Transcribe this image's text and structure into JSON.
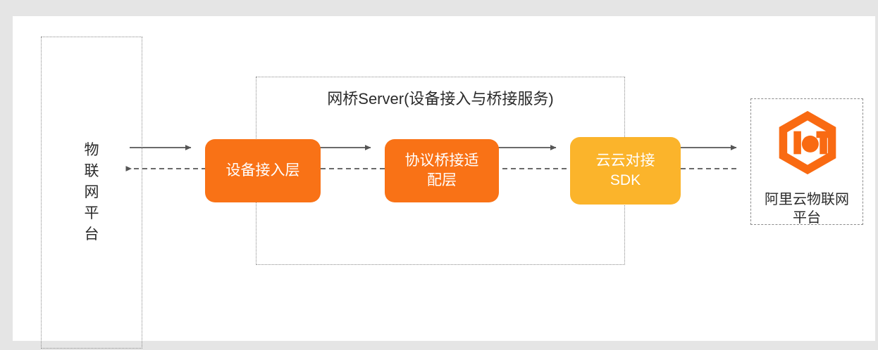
{
  "canvas": {
    "background": "#ffffff",
    "page_background": "#e5e5e5"
  },
  "colors": {
    "orange": "#f97216",
    "amber": "#fbb42b",
    "border_dash": "#8a8a8a",
    "connector": "#555555",
    "text": "#2b2b2b",
    "box_text": "#ffffff",
    "logo": "#f96a12"
  },
  "left_platform": {
    "label": "物\n联\n网\n平\n台",
    "border_style": "dotted"
  },
  "bridge_container": {
    "title": "网桥Server(设备接入与桥接服务)",
    "border_style": "dotted"
  },
  "boxes": [
    {
      "id": "device-access",
      "label": "设备接入层",
      "color": "#f97216"
    },
    {
      "id": "protocol-bridge",
      "label": "协议桥接适\n配层",
      "color": "#f97216"
    },
    {
      "id": "cloud-sdk",
      "label": "云云对接\nSDK",
      "color": "#fbb42b"
    }
  ],
  "right_platform": {
    "label": "阿里云物联网\n平台",
    "logo_name": "alibaba-cloud-iot-logo",
    "logo_text": "IoT",
    "border_style": "dashed"
  },
  "connectors": [
    {
      "id": "platform-to-device-access",
      "style": "solid",
      "direction": "right"
    },
    {
      "id": "device-access-to-platform",
      "style": "dashed",
      "direction": "left"
    },
    {
      "id": "device-access-to-protocol",
      "style": "solid",
      "direction": "right"
    },
    {
      "id": "protocol-to-device-access",
      "style": "dashed",
      "direction": "left"
    },
    {
      "id": "protocol-to-sdk",
      "style": "solid",
      "direction": "right"
    },
    {
      "id": "sdk-to-protocol",
      "style": "dashed",
      "direction": "left"
    },
    {
      "id": "sdk-to-iot-platform",
      "style": "solid",
      "direction": "right"
    },
    {
      "id": "iot-platform-to-sdk",
      "style": "dashed",
      "direction": "left"
    }
  ]
}
